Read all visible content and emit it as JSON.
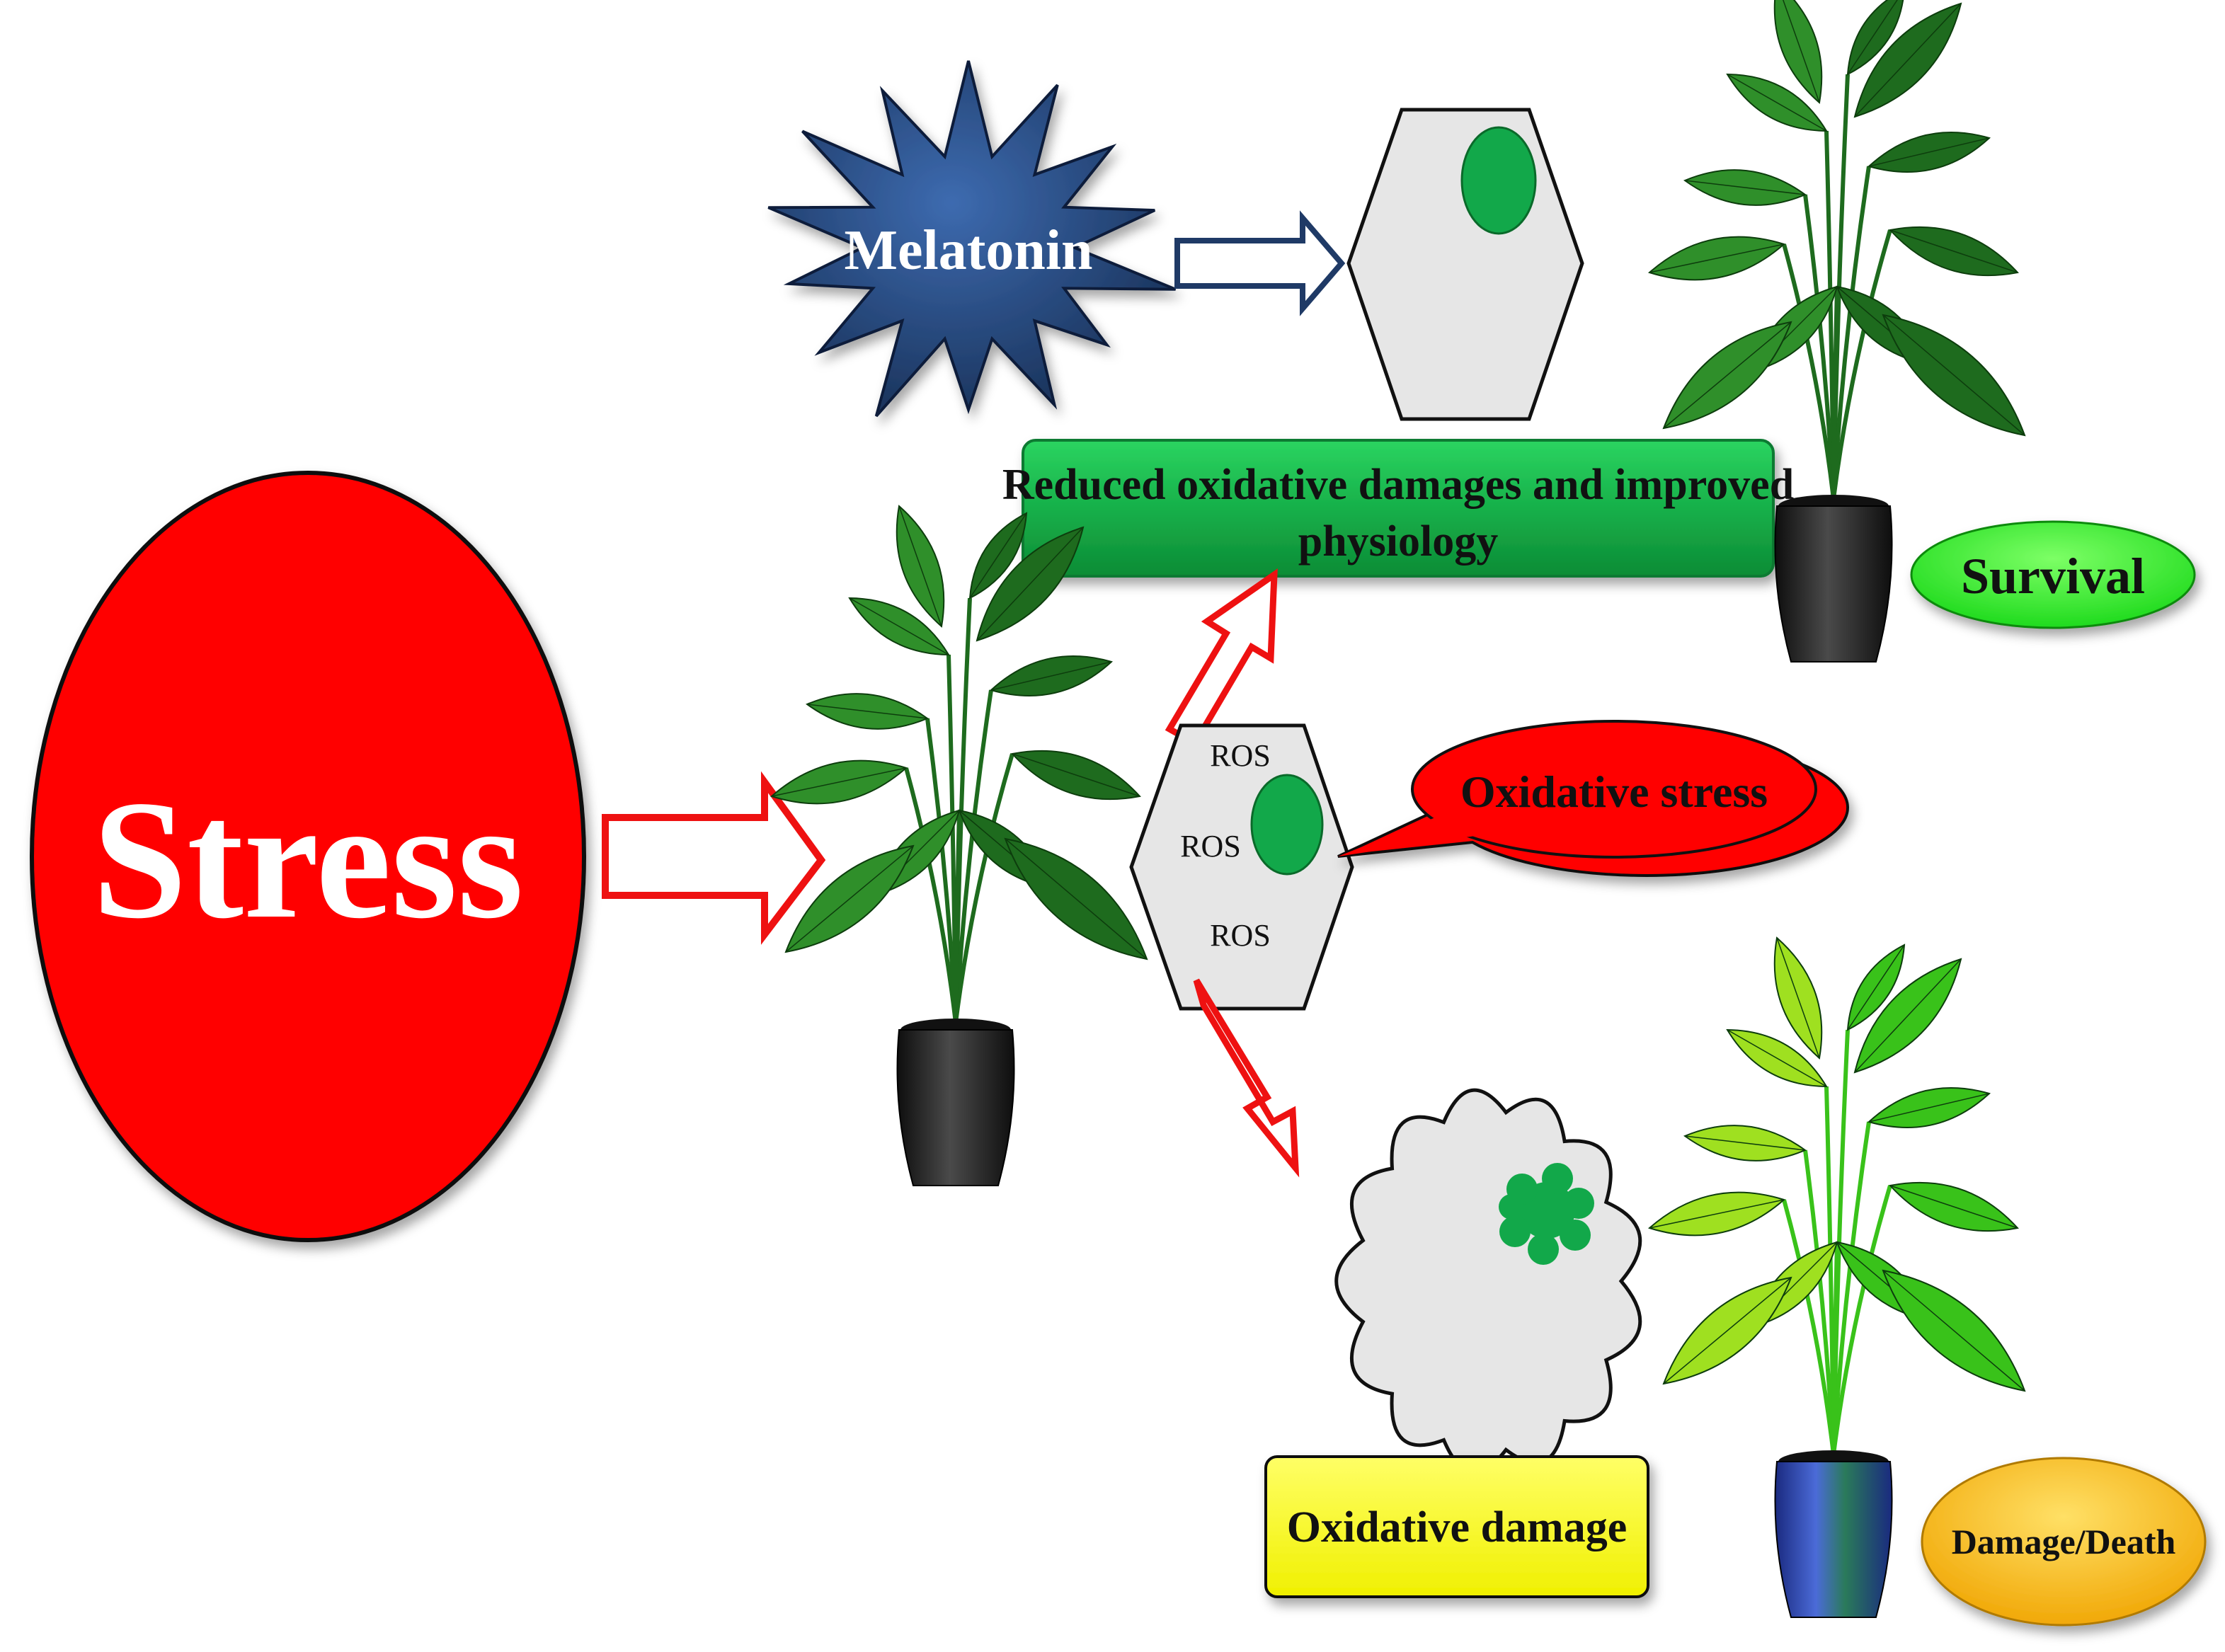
{
  "labels": {
    "stress": "Stress",
    "melatonin": "Melatonin",
    "reduced_damage": "Reduced oxidative damages and improved physiology",
    "reduced_damage_line1": "Reduced oxidative damages and improved",
    "reduced_damage_line2": "physiology",
    "survival": "Survival",
    "ros_1": "ROS",
    "ros_2": "ROS",
    "ros_3": "ROS",
    "oxidative_stress": "Oxidative stress",
    "oxidative_damage": "Oxidative damage",
    "damage_death": "Damage/Death"
  },
  "colors": {
    "stress": "#ff0000",
    "melatonin_star": "#1f3a66",
    "cell_fill": "#e6e6e6",
    "nucleus": "#12a84a",
    "green_box": "#17b04a",
    "survival": "#22ee22",
    "oxidative_stress": "#ff0000",
    "oxidative_damage_box": "#ffff00",
    "damage_death": "#f5b800",
    "red_arrow": "#ee1111",
    "navy_arrow": "#1f3a66",
    "pot_black": "#1c1c1c",
    "pot_blue": "#2a44a8",
    "leaf_dark": "#1e6b1e",
    "leaf_bright": "#39c21a"
  },
  "icons": {
    "healthy_plant_top": "potted-plant-icon",
    "plant_center": "potted-plant-icon",
    "damaged_plant": "potted-plant-damaged-icon"
  }
}
